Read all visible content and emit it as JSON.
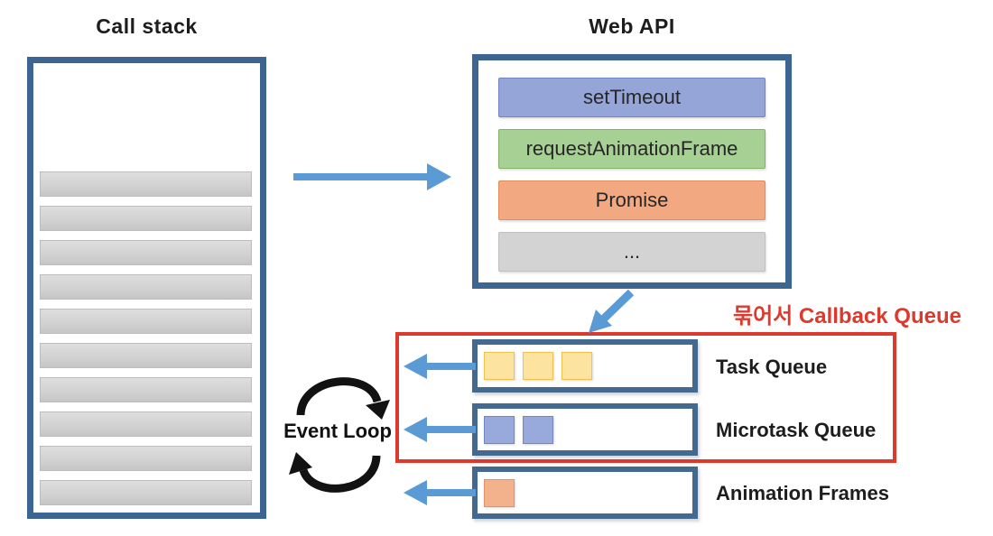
{
  "call_stack": {
    "title": "Call stack",
    "frame_count": 10
  },
  "web_api": {
    "title": "Web API",
    "items": [
      {
        "label": "setTimeout",
        "fill": "#95a5d8",
        "border": "#7283c6"
      },
      {
        "label": "requestAnimationFrame",
        "fill": "#a7d095",
        "border": "#83b166"
      },
      {
        "label": "Promise",
        "fill": "#f2a981",
        "border": "#df8d61"
      },
      {
        "label": "...",
        "fill": "#d3d3d3",
        "border": "#c0c0c0"
      }
    ]
  },
  "callback_group": {
    "label": "묶어서 Callback Queue"
  },
  "queues": [
    {
      "name": "Task Queue",
      "item_count": 3,
      "item_fill": "#fde3a0",
      "item_border": "#efc24f",
      "in_callback_group": true
    },
    {
      "name": "Microtask Queue",
      "item_count": 2,
      "item_fill": "#98a9db",
      "item_border": "#7286c6",
      "in_callback_group": true
    },
    {
      "name": "Animation Frames",
      "item_count": 1,
      "item_fill": "#f3b18c",
      "item_border": "#e29168",
      "in_callback_group": false
    }
  ],
  "event_loop": {
    "label": "Event Loop"
  },
  "colors": {
    "box_border": "#3c6591",
    "queue_border": "#44698f",
    "arrow_blue": "#5b9bd5",
    "red": "#dd392c",
    "frame_fill": "#d2d2d2",
    "frame_border": "#bdbdbd",
    "text": "#1d1d1d"
  }
}
